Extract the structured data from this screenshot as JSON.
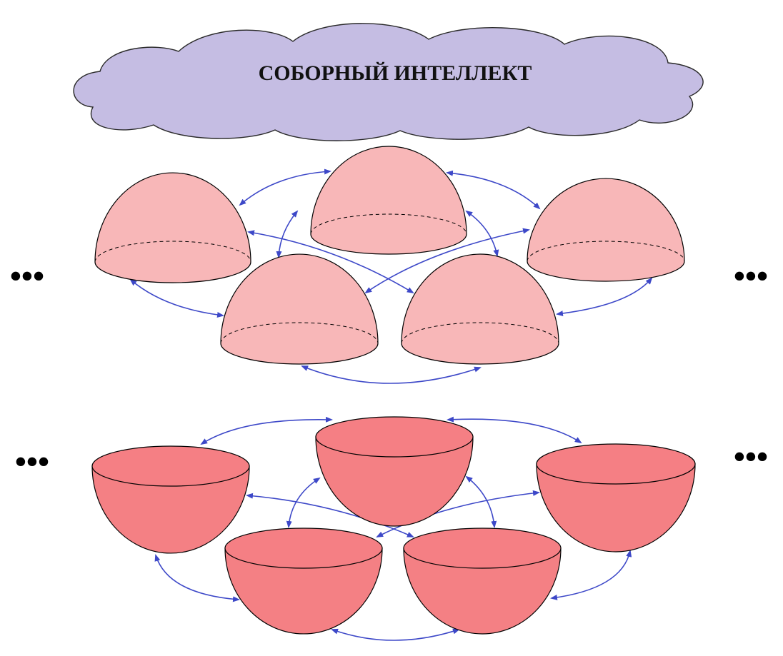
{
  "cloud": {
    "title": "СОБОРНЫЙ ИНТЕЛЛЕКТ",
    "fill": "#c5bde3",
    "stroke": "#2a2a2a"
  },
  "ellipsis": {
    "mark": "•••"
  },
  "colors": {
    "dome_fill": "#f8b7b8",
    "bowl_fill": "#f48084",
    "bowl_inner": "#f57f84",
    "outline": "#000000",
    "arrow": "#3d48c8"
  },
  "icons": {
    "upper_row": "dome-icon",
    "lower_row": "bowl-icon",
    "connections": "double-arrow-icon"
  },
  "rows": {
    "upper": {
      "kind": "dome",
      "count": 5
    },
    "lower": {
      "kind": "bowl",
      "count": 5
    }
  }
}
